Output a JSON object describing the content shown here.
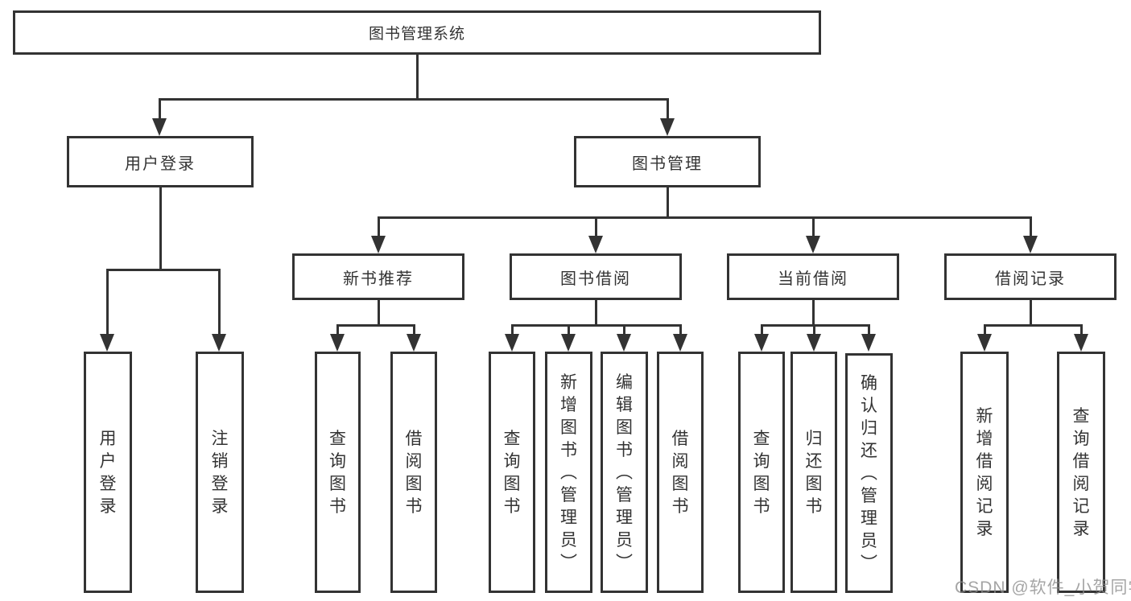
{
  "diagram": {
    "root": {
      "label": "图书管理系统"
    },
    "level2": {
      "user_login": {
        "label": "用户登录"
      },
      "book_management": {
        "label": "图书管理"
      }
    },
    "level3": {
      "new_book": {
        "label": "新书推荐"
      },
      "book_borrow": {
        "label": "图书借阅"
      },
      "current_borrow": {
        "label": "当前借阅"
      },
      "borrow_record": {
        "label": "借阅记录"
      }
    },
    "leaves": {
      "user_login": [
        "用户登录",
        "注销登录"
      ],
      "new_book": [
        "查询图书",
        "借阅图书"
      ],
      "book_borrow": [
        "查询图书",
        "新增图书（管理员）",
        "编辑图书（管理员）",
        "借阅图书"
      ],
      "current_borrow": [
        "查询图书",
        "归还图书",
        "确认归还（管理员）"
      ],
      "borrow_record": [
        "新增借阅记录",
        "查询借阅记录"
      ]
    }
  },
  "watermark": {
    "text": "CSDN @软件_小贺同学",
    "color": "#8c8c8c"
  },
  "colors": {
    "line": "#333333",
    "box_border": "#333333",
    "text": "#333333",
    "background": "#ffffff"
  }
}
